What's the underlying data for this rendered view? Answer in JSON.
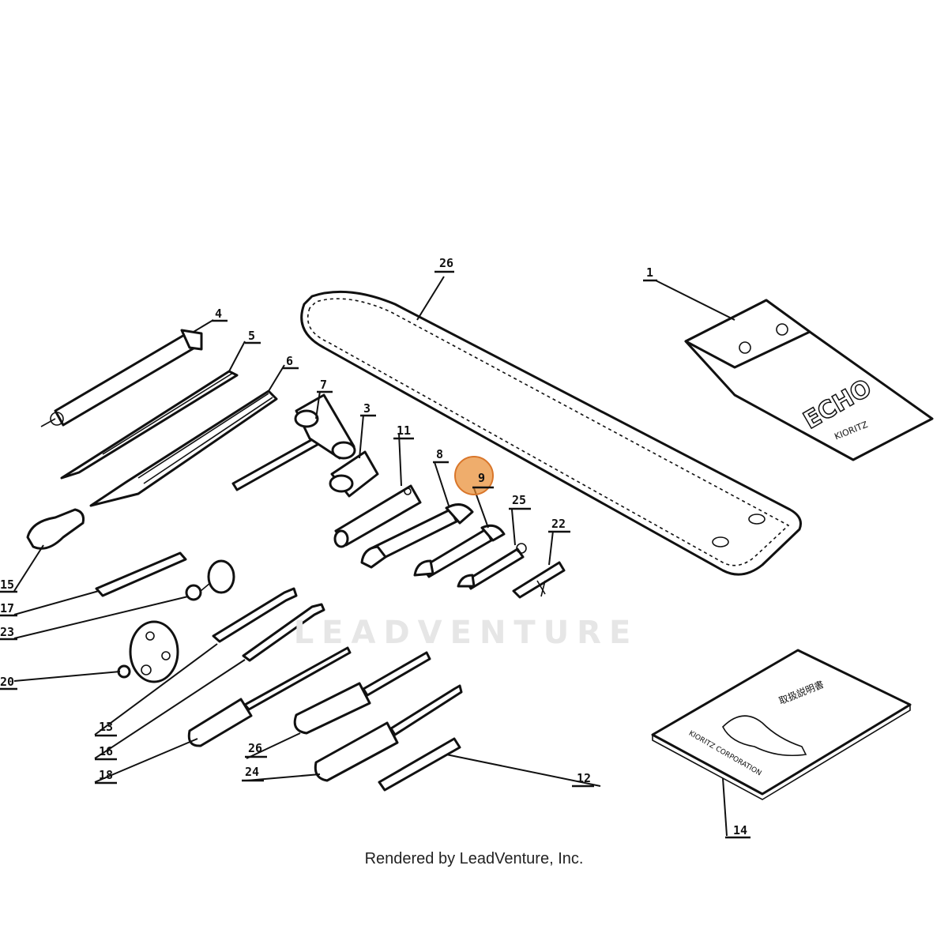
{
  "footer_text": "Rendered by LeadVenture, Inc.",
  "watermark_text": "LEADVENTURE",
  "colors": {
    "highlight": "#E88A2E",
    "ink": "#111111"
  },
  "case_brand": "ECHO",
  "case_maker": "KIORITZ",
  "manual_lines": [
    "取扱説明書",
    "KIORITZ CORPORATION"
  ],
  "callouts": {
    "c1": "1",
    "c3": "3",
    "c4": "4",
    "c5": "5",
    "c6": "6",
    "c7": "7",
    "c8": "8",
    "c9": "9",
    "c11": "11",
    "c12": "12",
    "c13": "13",
    "c14": "14",
    "c15": "15",
    "c16": "16",
    "c17": "17",
    "c18": "18",
    "c20": "20",
    "c22": "22",
    "c23": "23",
    "c24": "24",
    "c25": "25",
    "c26a": "26",
    "c26b": "26"
  },
  "highlighted_callout": "9"
}
